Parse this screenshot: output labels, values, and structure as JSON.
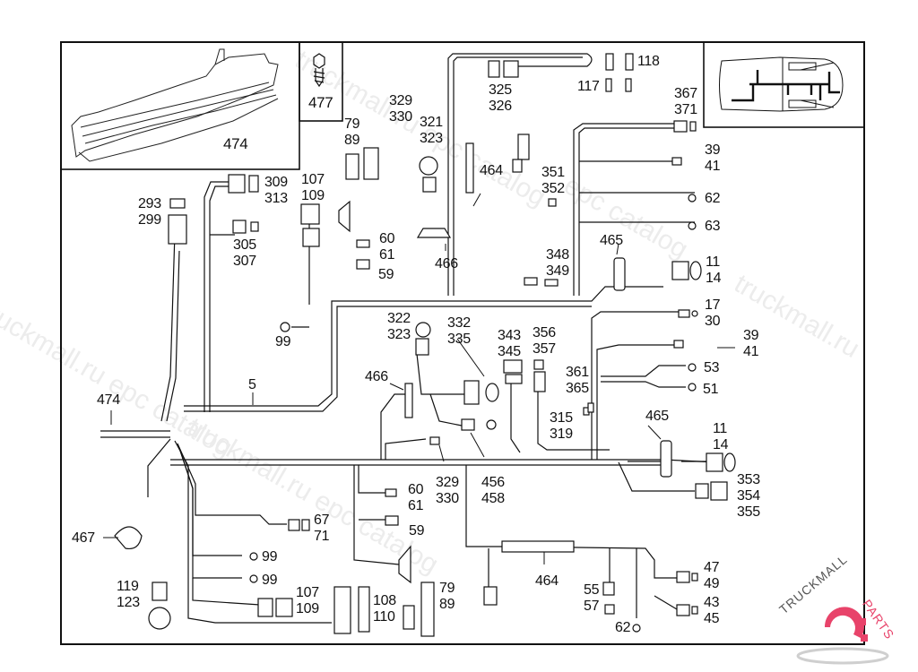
{
  "diagram": {
    "title": "Wiring harness parts diagram",
    "inset_labels": {
      "harness_part": "474",
      "screw_part": "477"
    },
    "labels": [
      {
        "id": "l-474-left",
        "text": "474"
      },
      {
        "id": "l-5",
        "text": "5"
      },
      {
        "id": "l-293-299",
        "text": "293\n299"
      },
      {
        "id": "l-309-313",
        "text": "309\n313"
      },
      {
        "id": "l-305-307",
        "text": "305\n307"
      },
      {
        "id": "l-107-109-top",
        "text": "107\n109"
      },
      {
        "id": "l-79-89-top",
        "text": "79\n89"
      },
      {
        "id": "l-60-61-top",
        "text": "60\n61"
      },
      {
        "id": "l-59-top",
        "text": "59"
      },
      {
        "id": "l-99-top",
        "text": "99"
      },
      {
        "id": "l-329-330-top",
        "text": "329\n330"
      },
      {
        "id": "l-321-323",
        "text": "321\n323"
      },
      {
        "id": "l-466-top",
        "text": "466"
      },
      {
        "id": "l-464-top",
        "text": "464"
      },
      {
        "id": "l-325-326",
        "text": "325\n326"
      },
      {
        "id": "l-351-352",
        "text": "351\n352"
      },
      {
        "id": "l-348-349",
        "text": "348\n349"
      },
      {
        "id": "l-117",
        "text": "117"
      },
      {
        "id": "l-118",
        "text": "118"
      },
      {
        "id": "l-367-371",
        "text": "367\n371"
      },
      {
        "id": "l-39-41-top",
        "text": "39\n41"
      },
      {
        "id": "l-62-top",
        "text": "62"
      },
      {
        "id": "l-63",
        "text": "63"
      },
      {
        "id": "l-465-top",
        "text": "465"
      },
      {
        "id": "l-11-14-top",
        "text": "11\n14"
      },
      {
        "id": "l-17-30",
        "text": "17\n30"
      },
      {
        "id": "l-39-41-mid",
        "text": "39\n41"
      },
      {
        "id": "l-53",
        "text": "53"
      },
      {
        "id": "l-51",
        "text": "51"
      },
      {
        "id": "l-322-323",
        "text": "322\n323"
      },
      {
        "id": "l-332-335",
        "text": "332\n335"
      },
      {
        "id": "l-343-345",
        "text": "343\n345"
      },
      {
        "id": "l-356-357",
        "text": "356\n357"
      },
      {
        "id": "l-361-365",
        "text": "361\n365"
      },
      {
        "id": "l-315-319",
        "text": "315\n319"
      },
      {
        "id": "l-466-mid",
        "text": "466"
      },
      {
        "id": "l-465-mid",
        "text": "465"
      },
      {
        "id": "l-11-14-mid",
        "text": "11\n14"
      },
      {
        "id": "l-353-355",
        "text": "353\n354\n355"
      },
      {
        "id": "l-329-330-mid",
        "text": "329\n330"
      },
      {
        "id": "l-456-458",
        "text": "456\n458"
      },
      {
        "id": "l-60-61-bot",
        "text": "60\n61"
      },
      {
        "id": "l-59-bot",
        "text": "59"
      },
      {
        "id": "l-67-71",
        "text": "67\n71"
      },
      {
        "id": "l-467",
        "text": "467"
      },
      {
        "id": "l-99-bot1",
        "text": "99"
      },
      {
        "id": "l-99-bot2",
        "text": "99"
      },
      {
        "id": "l-119-123",
        "text": "119\n123"
      },
      {
        "id": "l-107-109-bot",
        "text": "107\n109"
      },
      {
        "id": "l-108-110",
        "text": "108\n110"
      },
      {
        "id": "l-79-89-bot",
        "text": "79\n89"
      },
      {
        "id": "l-464-bot",
        "text": "464"
      },
      {
        "id": "l-55-57",
        "text": "55\n57"
      },
      {
        "id": "l-62-bot",
        "text": "62"
      },
      {
        "id": "l-47-49",
        "text": "47\n49"
      },
      {
        "id": "l-43-45",
        "text": "43\n45"
      }
    ],
    "watermarks": [
      "truckmall.ru epc catalog",
      "truckmall.ru epc catalog",
      "epc catalog",
      "truckmall.ru",
      "truckmall.ru epc catalog"
    ],
    "logo": {
      "text": "TRUCKMALLPARTS",
      "text_dark": "TRUCKMALL",
      "text_accent": "PARTS",
      "accent_color": "#e8436a",
      "dark_color": "#555555"
    }
  }
}
